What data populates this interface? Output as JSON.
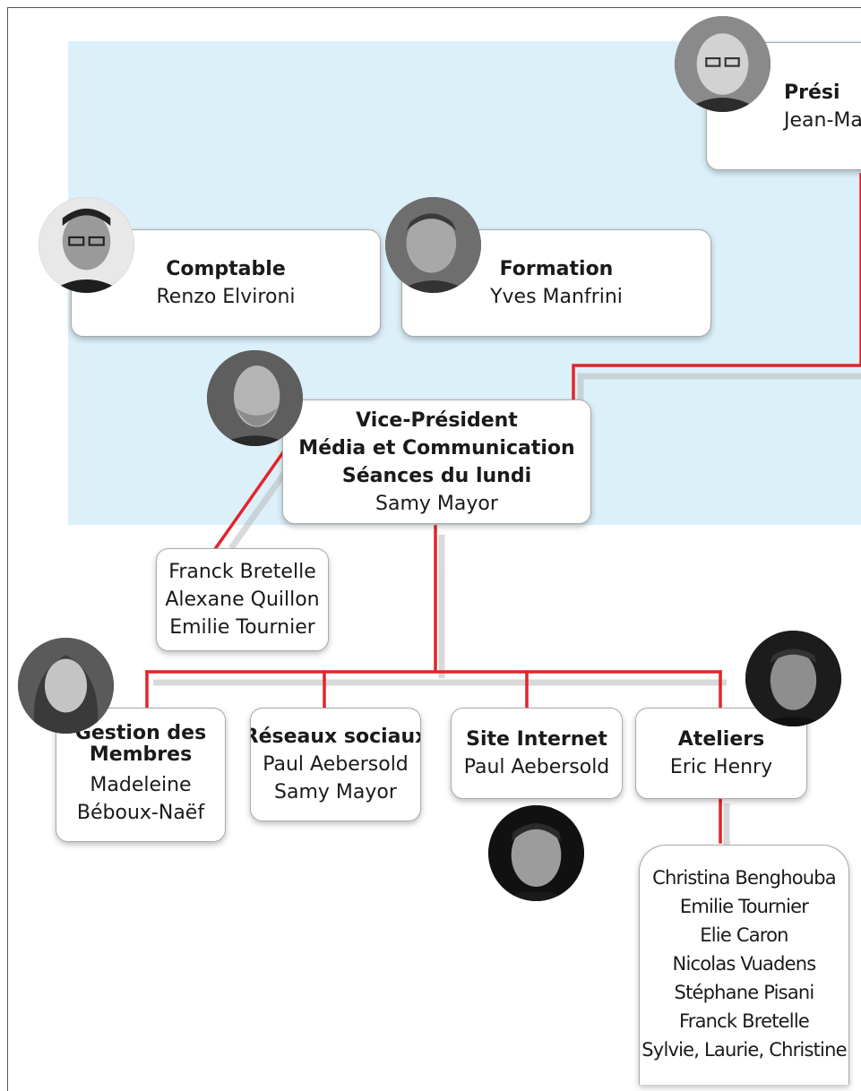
{
  "president": {
    "title": "Prési",
    "name": "Jean-Ma"
  },
  "comptable": {
    "title": "Comptable",
    "name": "Renzo Elvironi"
  },
  "formation": {
    "title": "Formation",
    "name": "Yves Manfrini"
  },
  "vice_president": {
    "title_lines": [
      "Vice-Président",
      "Média et Communication",
      "Séances du lundi"
    ],
    "name": "Samy Mayor"
  },
  "seances_team": [
    "Franck Bretelle",
    "Alexane Quillon",
    "Emilie Tournier"
  ],
  "gestion_membres": {
    "title_lines": [
      "Gestion des",
      "Membres"
    ],
    "names": [
      "Madeleine",
      "Béboux-Naëf"
    ]
  },
  "reseaux_sociaux": {
    "title": "Réseaux sociaux",
    "names": [
      "Paul Aebersold",
      "Samy Mayor"
    ]
  },
  "site_internet": {
    "title": "Site Internet",
    "name": "Paul Aebersold"
  },
  "ateliers": {
    "title": "Ateliers",
    "name": "Eric Henry"
  },
  "ateliers_team": [
    "Christina Benghouba",
    "Emilie Tournier",
    "Elie Caron",
    "Nicolas Vuadens",
    "Stéphane Pisani",
    "Franck Bretelle",
    "Sylvie, Laurie, Christine"
  ],
  "colors": {
    "board": "#dcf0fa",
    "connector": "#e3242b",
    "card_border": "#aaaaaa"
  }
}
